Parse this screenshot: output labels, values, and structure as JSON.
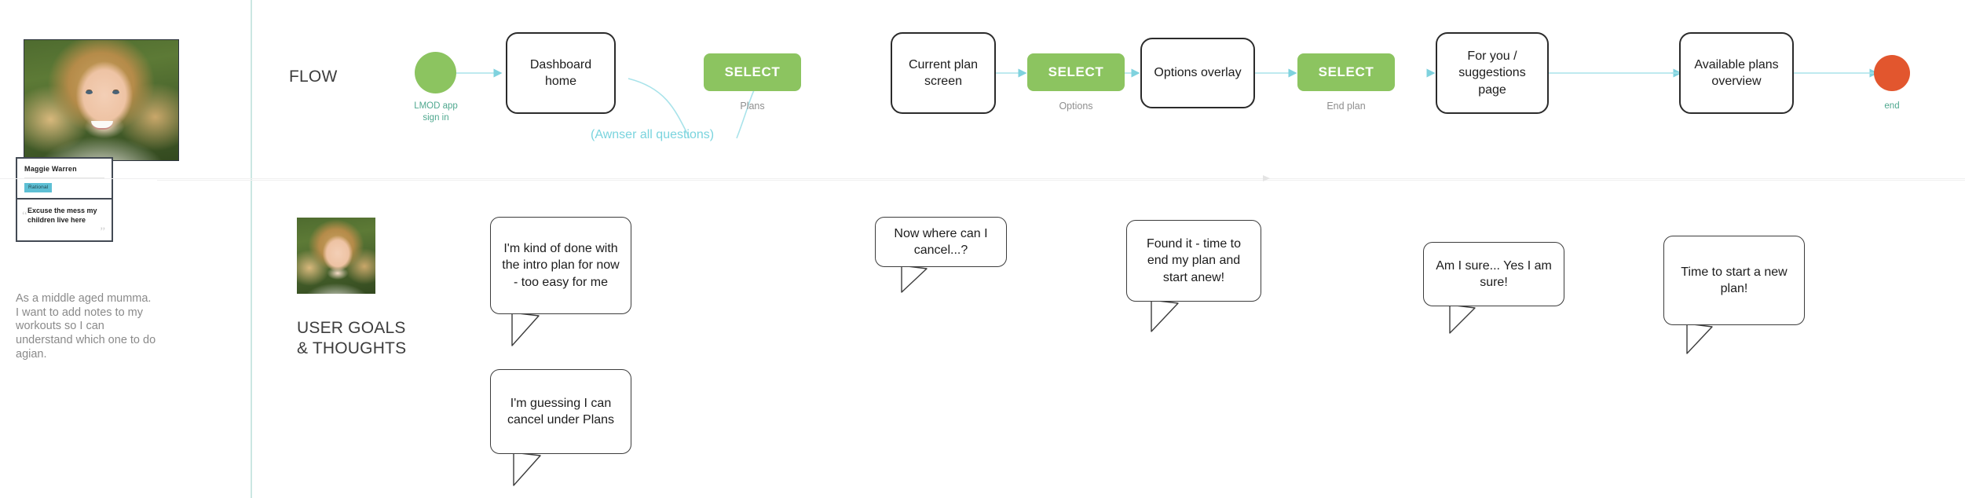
{
  "persona": {
    "name": "Maggie Warren",
    "tag": "Rational",
    "quote": "Excuse the mess my children live here",
    "quote_open": "“",
    "quote_close": "”",
    "story": "As a middle aged mumma.\nI want to add notes to my workouts so I can understand which one to do agian."
  },
  "rows": {
    "flow_label": "FLOW",
    "goals_label": "USER GOALS\n& THOUGHTS"
  },
  "flow": {
    "start_dot_caption": "LMOD app\nsign in",
    "end_dot_caption": "end",
    "branch_note": "(Awnser all questions)",
    "nodes": [
      {
        "id": "dashboard-home",
        "label": "Dashboard\nhome"
      },
      {
        "id": "current-plan-screen",
        "label": "Current plan\nscreen"
      },
      {
        "id": "options-overlay",
        "label": "Options overlay"
      },
      {
        "id": "for-you-suggestions-page",
        "label": "For you /\nsuggestions page"
      },
      {
        "id": "available-plans-overview",
        "label": "Available plans\noverview"
      }
    ],
    "actions": [
      {
        "id": "select-plans",
        "label": "SELECT",
        "caption": "Plans"
      },
      {
        "id": "select-options",
        "label": "SELECT",
        "caption": "Options"
      },
      {
        "id": "select-end-plan",
        "label": "SELECT",
        "caption": "End plan"
      }
    ]
  },
  "thoughts": [
    {
      "id": "thought-done-with-intro-plan",
      "text": "I'm kind of done with the intro plan for now - too easy for me"
    },
    {
      "id": "thought-guessing-cancel-under-plans",
      "text": "I'm guessing I can cancel under Plans"
    },
    {
      "id": "thought-where-can-i-cancel",
      "text": "Now where can I cancel...?"
    },
    {
      "id": "thought-found-it-end-my-plan",
      "text": "Found it - time to end my plan and start anew!"
    },
    {
      "id": "thought-am-i-sure",
      "text": "Am I sure... Yes I am sure!"
    },
    {
      "id": "thought-time-to-start-new-plan",
      "text": "Time to start a new plan!"
    }
  ],
  "colors": {
    "accent_green": "#8cc460",
    "end_red": "#e2562e",
    "wire_cyan": "#a9e3ea",
    "caption_teal": "#4fa88f",
    "note_cyan": "#7ad4de",
    "tag_blue": "#5dbfd4"
  }
}
